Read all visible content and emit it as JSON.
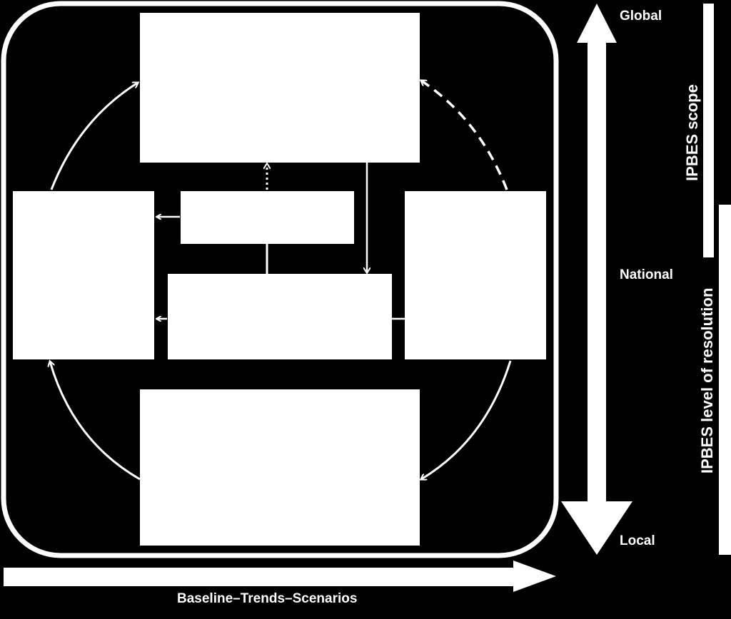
{
  "colors": {
    "background": "#000000",
    "foreground": "#ffffff"
  },
  "scale_levels": {
    "top": "Global",
    "middle": "National",
    "bottom": "Local"
  },
  "vertical_labels": {
    "scope": "IPBES scope",
    "resolution": "IPBES level of resolution"
  },
  "horizontal_axis": {
    "label": "Baseline–Trends–Scenarios"
  },
  "boxes": {
    "top": "",
    "left": "",
    "right": "",
    "center_small": "",
    "center_large": "",
    "bottom": ""
  }
}
